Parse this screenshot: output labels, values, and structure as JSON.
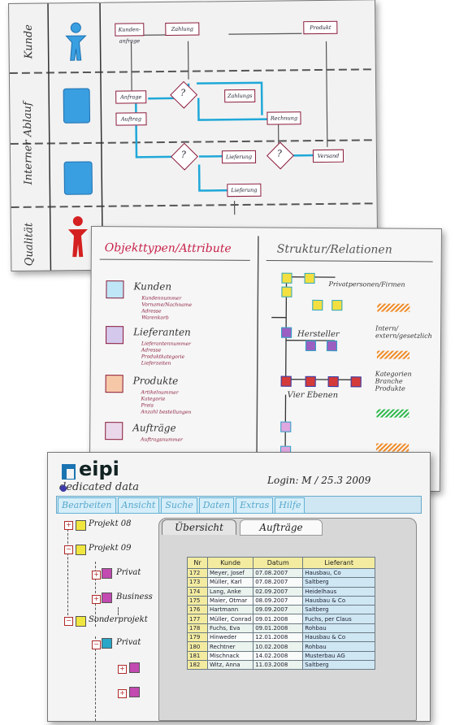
{
  "process_sheet": {
    "lanes": [
      "Kunde",
      "Interner Ablauf",
      "Qualität"
    ],
    "boxes": [
      "Kunden-anfrage",
      "Zahlung",
      "Produkt",
      "Anfrage",
      "Auftrag",
      "Zahlungs",
      "Rechnung",
      "Lieferung",
      "Versand",
      "Lieferung"
    ],
    "decision": "?"
  },
  "objects_sheet": {
    "title": "Objekttypen/Attribute",
    "structure_title": "Struktur/Relationen",
    "types": [
      {
        "name": "Kunden",
        "attrs": [
          "Kundennummer",
          "Vorname/Nachname",
          "Adresse",
          "Warenkorb"
        ]
      },
      {
        "name": "Lieferanten",
        "attrs": [
          "Lieferantennummer",
          "Adresse",
          "Produktkategorie",
          "Lieferzeiten"
        ]
      },
      {
        "name": "Produkte",
        "attrs": [
          "Artikelnummer",
          "Kategorie",
          "Preis",
          "Anzahl bestellungen"
        ]
      },
      {
        "name": "Aufträge",
        "attrs": [
          "Auftragsnummer"
        ]
      }
    ],
    "structure_labels": [
      "Privatpersonen/Firmen",
      "Hersteller",
      "Vier Ebenen"
    ],
    "legend": [
      "Intern/ extern/gesetzlich",
      "Kategorien Branche Produkte"
    ]
  },
  "app": {
    "logo": "eipi",
    "tagline": "dedicated data",
    "login": "Login: M / 25.3 2009",
    "menu": [
      "Bearbeiten",
      "Ansicht",
      "Suche",
      "Daten",
      "Extras",
      "Hilfe"
    ],
    "tree": [
      "Projekt 08",
      "Projekt 09",
      "Privat",
      "Business",
      "Sonderprojekt",
      "Privat"
    ],
    "tabs": [
      "Übersicht",
      "Aufträge"
    ],
    "table": {
      "headers": [
        "Nr",
        "Kunde",
        "Datum",
        "Lieferant"
      ],
      "rows": [
        [
          "172",
          "Meyer, Josef",
          "07.08.2007",
          "Hausbau, Co"
        ],
        [
          "173",
          "Müller, Karl",
          "07.08.2007",
          "Saltberg"
        ],
        [
          "174",
          "Lang, Anke",
          "02.09.2007",
          "Heidelhaus"
        ],
        [
          "175",
          "Maier, Otmar",
          "08.09.2007",
          "Hausbau & Co"
        ],
        [
          "176",
          "Hartmann",
          "09.09.2007",
          "Saltberg"
        ],
        [
          "177",
          "Müller, Conrad",
          "09.01.2008",
          "Fuchs, per Claus"
        ],
        [
          "178",
          "Fuchs, Eva",
          "09.01.2008",
          "Rohbau"
        ],
        [
          "179",
          "Hinweder",
          "12.01.2008",
          "Hausbau & Co"
        ],
        [
          "180",
          "Rechtner",
          "10.02.2008",
          "Rohbau"
        ],
        [
          "181",
          "Mischnack",
          "14.02.2008",
          "Musterbau AG"
        ],
        [
          "182",
          "Witz, Anna",
          "11.03.2008",
          "Saltberg"
        ]
      ]
    }
  }
}
